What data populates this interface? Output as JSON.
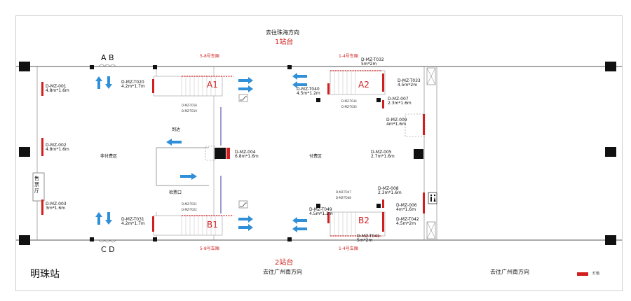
{
  "directions": {
    "top": "去往珠海方向",
    "bottom_center": "去往广州南方向",
    "bottom_right": "去往广州南方向"
  },
  "platforms": {
    "top": "1站台",
    "bottom": "2站台"
  },
  "car_ranges": {
    "top_left": "5-8号车厢",
    "top_right": "1-4号车厢",
    "bottom_left": "5-8号车厢",
    "bottom_right": "1-4号车厢"
  },
  "exits": {
    "top": "A B",
    "bottom": "C D"
  },
  "stairs": {
    "a1": "A1",
    "a2": "A2",
    "b1": "B1",
    "b2": "B2"
  },
  "zones": {
    "unpaid": "非付费区",
    "paid": "付费区",
    "arrive": "到达",
    "gate": "检票口",
    "ticket_office": "售票厅"
  },
  "station_name": "明珠站",
  "legend": {
    "label": "灯箱",
    "color": "#d21e1e"
  },
  "ad_spots": {
    "mz001": {
      "code": "D-MZ-001",
      "size": "4.8m*1.6m"
    },
    "mz002": {
      "code": "D-MZ-002",
      "size": "4.8m*1.6m"
    },
    "mz003": {
      "code": "D-MZ-003",
      "size": "3m*1.6m"
    },
    "t020": {
      "code": "D-MZ-T020",
      "size": "4.2m*1.7m"
    },
    "t031": {
      "code": "D-MZ-T031",
      "size": "4.2m*1.7m"
    },
    "mz004": {
      "code": "D-MZ-004",
      "size": "6.8m*1.6m"
    },
    "t032": {
      "code": "D-MZ-T032",
      "size": "5m*2m"
    },
    "t033": {
      "code": "D-MZ-T033",
      "size": "4.5m*2m"
    },
    "t040": {
      "code": "D-MZ-T040",
      "size": "4.5m*1.2m"
    },
    "mz007": {
      "code": "D-MZ-007",
      "size": "2.3m*1.6m"
    },
    "mz009": {
      "code": "D-MZ-009",
      "size": "4m*1.6m"
    },
    "mz005": {
      "code": "D-MZ-005",
      "size": "2.7m*1.6m"
    },
    "mz008": {
      "code": "D-MZ-008",
      "size": "2.3m*1.6m"
    },
    "mz006": {
      "code": "D-MZ-006",
      "size": "4m*1.6m"
    },
    "t049": {
      "code": "D-MZ-T049",
      "size": "4.5m*1.2m"
    },
    "t042": {
      "code": "D-MZ-T042",
      "size": "4.5m*2m"
    },
    "t041": {
      "code": "D-MZ-T041",
      "size": "5m*2m"
    }
  },
  "small_codes": {
    "a1_1": "D-MZ-T018",
    "a1_2": "D-MZ-T019",
    "b1_1": "D-MZ-T021",
    "b1_2": "D-MZ-T022",
    "a2_1": "D-MZ-T034",
    "a2_2": "D-MZ-T035",
    "b2_1": "D-MZ-T047",
    "b2_2": "D-MZ-T048"
  },
  "icons": {
    "toilet": "restroom-icon",
    "escalator": "escalator-icon"
  }
}
